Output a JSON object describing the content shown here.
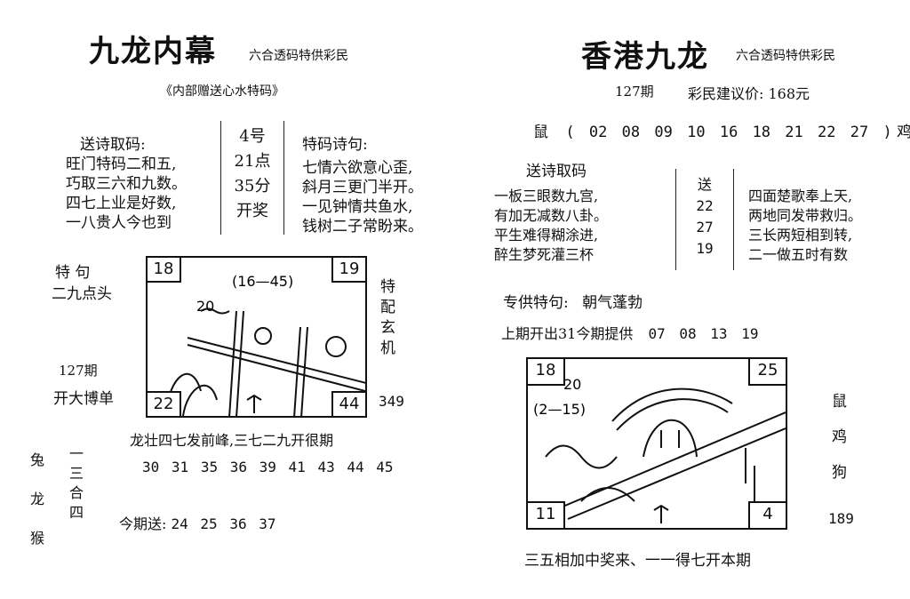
{
  "left": {
    "title": "九龙内幕",
    "tagline": "六合透码特供彩民",
    "subtitle": "《内部赠送心水特码》",
    "poem_code": {
      "heading": "送诗取码:",
      "lines": [
        "旺门特码二和五,",
        "巧取三六和九数。",
        "四七上业是好数,",
        "一八贵人今也到"
      ]
    },
    "box_mid": [
      "4号",
      "21点",
      "35分",
      "开奖"
    ],
    "special_poem": {
      "heading": "特码诗句:",
      "lines": [
        "七情六欲意心歪,",
        "斜月三更门半开。",
        "一见钟情共鱼水,",
        "钱树二子常盼来。"
      ]
    },
    "special_phrase": {
      "heading": "特 句",
      "text": "二九点头"
    },
    "issue": "127期",
    "open_big": "开大博单",
    "picture": {
      "corner_tl": "18",
      "corner_tr": "19",
      "corner_bl": "22",
      "corner_br": "44",
      "scribble_range": "(16—45)",
      "scribble_20": "20"
    },
    "right_vertical": [
      "特",
      "配",
      "玄",
      "机"
    ],
    "number_349": "349",
    "phrase_line": "龙壮四七发前峰,三七二九开很期",
    "zodiac_vertical": [
      "兔",
      "龙",
      "猴"
    ],
    "combo_vertical": [
      "一",
      "三",
      "合",
      "四"
    ],
    "numbers": [
      "30",
      "31",
      "35",
      "36",
      "39",
      "41",
      "43",
      "44",
      "45"
    ],
    "today_send_label": "今期送:",
    "today_send": [
      "24",
      "25",
      "36",
      "37"
    ]
  },
  "right": {
    "title": "香港九龙",
    "tagline": "六合透码特供彩民",
    "issue": "127期",
    "price_label": "彩民建议价:",
    "price": "168元",
    "rat_label": "鼠",
    "rooster_label": "鸡",
    "rat_numbers": [
      "02",
      "08",
      "09",
      "10",
      "16",
      "18",
      "21",
      "22",
      "27"
    ],
    "poem_heading": "送诗取码",
    "poem_left": [
      "一板三眼数九宫,",
      "有加无减数八卦。",
      "平生难得糊涂进,",
      "醉生梦死灌三杯"
    ],
    "box_mid": [
      "送",
      "22",
      "27",
      "19"
    ],
    "poem_right": [
      "四面楚歌奉上天,",
      "两地同发带救归。",
      "三长两短相到转,",
      "二一做五时有数"
    ],
    "special_label": "专供特句:",
    "special_text": "朝气蓬勃",
    "last_issue_label": "上期开出31今期提供",
    "last_issue_numbers": [
      "07",
      "08",
      "13",
      "19"
    ],
    "picture": {
      "corner_tl": "18",
      "corner_tr": "25",
      "corner_bl": "11",
      "corner_br": "4",
      "scribble_range": "(2—15)",
      "scribble_20": "20"
    },
    "zodiac_vertical": [
      "鼠",
      "鸡",
      "狗"
    ],
    "number_189": "189",
    "bottom_line": "三五相加中奖来、一一得七开本期"
  }
}
